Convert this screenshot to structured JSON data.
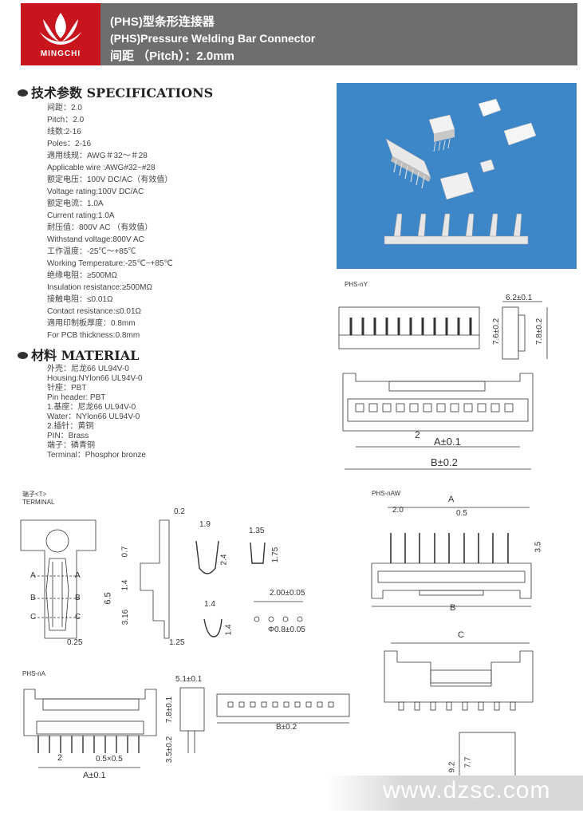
{
  "header": {
    "brand": "MINGCHI",
    "title_cn": "(PHS)型条形连接器",
    "title_en": "(PHS)Pressure Welding Bar Connector",
    "pitch": "间距 （Pitch）：2.0mm",
    "colors": {
      "banner": "#6e6e70",
      "logo_bg": "#c8141c"
    }
  },
  "specs": {
    "heading": "技术参数 SPECIFICATIONS",
    "items": [
      "间距：2.0",
      "Pitch：2.0",
      "线数:2-16",
      "Poles：2-16",
      "適用线规：AWG＃32～＃28",
      "Applicable wire :AWG#32~#28",
      "额定电压：100V DC/AC（有效值）",
      "Voltage rating:100V DC/AC",
      "额定电流：1.0A",
      "Current rating:1.0A",
      "耐压值：800V AC （有效值）",
      "Withstand voltage:800V AC",
      "工作温度：-25℃～+85℃",
      "Working Temperature:-25℃~+85℃",
      "绝缘电阻：≥500MΩ",
      "Insulation resistance:≥500MΩ",
      "接触电阻：≤0.01Ω",
      "Contact resistance:≤0.01Ω",
      "適用印制板厚度：0.8mm",
      "For PCB thickness:0.8mm"
    ]
  },
  "material": {
    "heading": "材料 MATERIAL",
    "items": [
      "外壳：尼龙66 UL94V-0",
      "Housing:NYlon66  UL94V-0",
      "针座：PBT",
      "Pin header: PBT",
      "1.基座：尼龙66 UL94V-0",
      "Water：NYlon66  UL94V-0",
      "2.插针：黄铜",
      "PIN：Brass",
      "端子：磷青铜",
      "Terminal：Phosphor  bronze"
    ]
  },
  "drawings": {
    "phs_ny": {
      "label": "PHS-nY",
      "d1": "6.2±0.1",
      "d2": "7.6±0.2",
      "d3": "7.8±0.2",
      "pitch": "2",
      "a": "A±0.1",
      "b": "B±0.2"
    },
    "terminal": {
      "label_cn": "端子<T>",
      "label_en": "TERMINAL",
      "d_02": "0.2",
      "d_07": "0.7",
      "d_19": "1.9",
      "d_24": "2.4",
      "d_135": "1.35",
      "d_175": "1.75",
      "d_14a": "1.4",
      "d_65": "6.5",
      "d_316": "3.16",
      "d_025": "0.25",
      "d_125": "1.25",
      "d_14b": "1.4",
      "d_14c": "1.4",
      "d_pitch": "2.00±0.05",
      "d_hole": "Φ0.8±0.05",
      "cut_a": "A",
      "cut_b": "B",
      "cut_c": "C"
    },
    "phs_naw": {
      "label": "PHS-nAW",
      "a": "A",
      "d_20": "2.0",
      "d_05": "0.5",
      "d_35": "3.5",
      "b": "B",
      "c": "C",
      "d_92": "9.2",
      "d_77": "7.7"
    },
    "phs_na": {
      "label": "PHS-nA",
      "d_51": "5.1±0.1",
      "d_78": "7.8±0.1",
      "d_35": "3.5±0.2",
      "d_2": "2",
      "d_05": "0.5×0.5",
      "a": "A±0.1",
      "b": "B±0.2"
    }
  },
  "watermark": "www.dzsc.com"
}
